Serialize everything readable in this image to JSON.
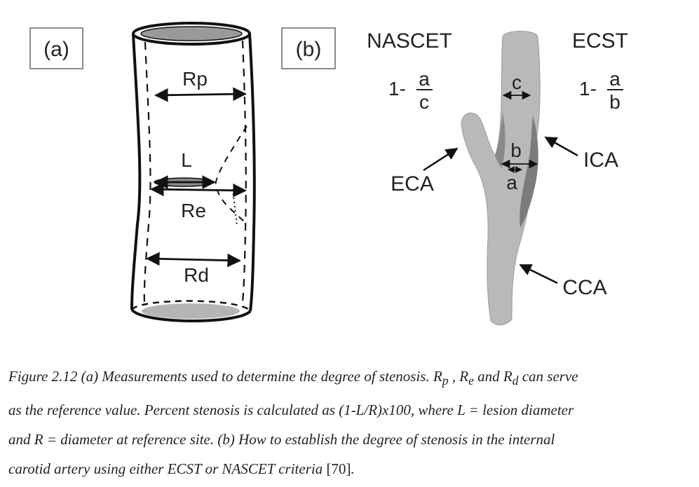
{
  "panel_a": {
    "label": "(a)",
    "rp": "Rp",
    "l": "L",
    "re": "Re",
    "rd": "Rd"
  },
  "panel_b": {
    "label": "(b)",
    "nascet": "NASCET",
    "ecst": "ECST",
    "nascet_formula": {
      "prefix": "1-",
      "num": "a",
      "den": "c"
    },
    "ecst_formula": {
      "prefix": "1-",
      "num": "a",
      "den": "b"
    },
    "c": "c",
    "b": "b",
    "a": "a",
    "eca": "ECA",
    "ica": "ICA",
    "cca": "CCA"
  },
  "caption": {
    "line1_a": "Figure 2.12 (a) Measurements used to determine the degree of stenosis. R",
    "sub_p": "p",
    "line1_b": " , R",
    "sub_e": "e",
    "line1_c": " and R",
    "sub_d": "d",
    "line1_d": " can serve",
    "line2": "as the reference value. Percent stenosis is calculated as (1-L/R)x100, where L = lesion diameter",
    "line3": "and R = diameter at reference site. (b) How to establish the degree of stenosis in the internal",
    "line4_a": "carotid artery using either ECST or NASCET criteria ",
    "line4_ref": "[70]",
    "line4_b": "."
  }
}
